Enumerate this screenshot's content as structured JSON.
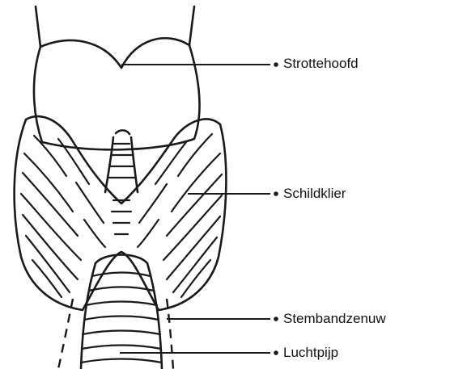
{
  "diagram": {
    "labels": {
      "larynx": "Strottehoofd",
      "thyroid": "Schildklier",
      "nerve": "Stembandzenuw",
      "trachea": "Luchtpijp"
    },
    "colors": {
      "ink": "#1a1a1a",
      "background": "#ffffff"
    }
  }
}
